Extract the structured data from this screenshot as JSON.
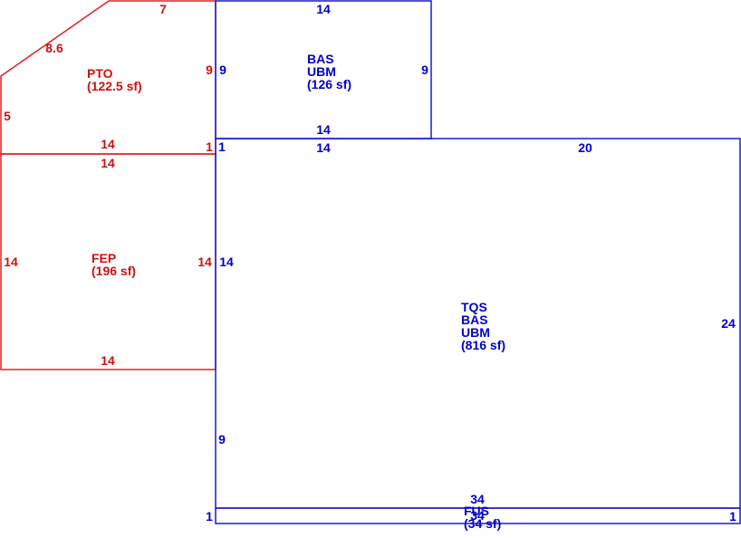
{
  "colors": {
    "porch": "#cc1111",
    "building": "#0000cc"
  },
  "areas": {
    "pto": {
      "codes": [
        "PTO"
      ],
      "area": "(122.5 sf)",
      "dims": {
        "top": "7",
        "diag": "8.6",
        "left": "5",
        "right": "9",
        "bottom": "14",
        "corner": "1"
      }
    },
    "fep": {
      "codes": [
        "FEP"
      ],
      "area": "(196 sf)",
      "dims": {
        "top": "14",
        "left": "14",
        "right": "14",
        "bottom": "14"
      }
    },
    "bas_upper": {
      "codes": [
        "BAS",
        "UBM"
      ],
      "area": "(126 sf)",
      "dims": {
        "top": "14",
        "left": "9",
        "right": "9",
        "bottom": "14"
      }
    },
    "main": {
      "codes": [
        "TQS",
        "BAS",
        "UBM"
      ],
      "area": "(816 sf)",
      "dims": {
        "top_left": "14",
        "top_right": "20",
        "corner": "1",
        "left_upper": "14",
        "left_lower": "9",
        "right": "24",
        "bottom": "34"
      }
    },
    "strip": {
      "codes": [
        "FUS"
      ],
      "area": "(34 sf)",
      "dims": {
        "overlay": "34",
        "left": "1",
        "right": "1"
      }
    }
  }
}
